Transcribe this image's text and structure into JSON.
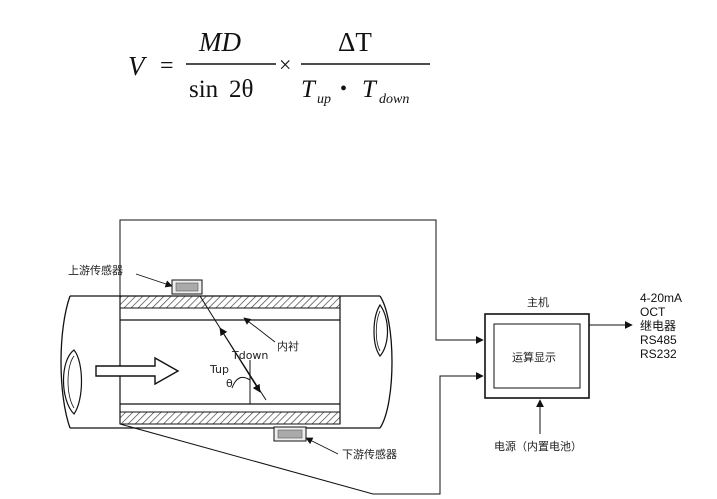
{
  "formula": {
    "lhs": "V",
    "equals": "=",
    "frac1_num": "MD",
    "frac1_den_fn": "sin",
    "frac1_den_arg": "2θ",
    "times": "×",
    "frac2_num": "ΔT",
    "frac2_den_t1": "T",
    "frac2_den_sub1": "up",
    "frac2_den_dot": "•",
    "frac2_den_t2": "T",
    "frac2_den_sub2": "down"
  },
  "labels": {
    "upstream_sensor": "上游传感器",
    "downstream_sensor": "下游传感器",
    "liner": "内衬",
    "tdown": "Tdown",
    "tup": "Tup",
    "theta": "θ",
    "host_title": "主机",
    "host_screen": "运算显示",
    "power": "电源（内置电池）"
  },
  "outputs": [
    "4-20mA",
    "OCT",
    "继电器",
    "RS485",
    "RS232"
  ]
}
